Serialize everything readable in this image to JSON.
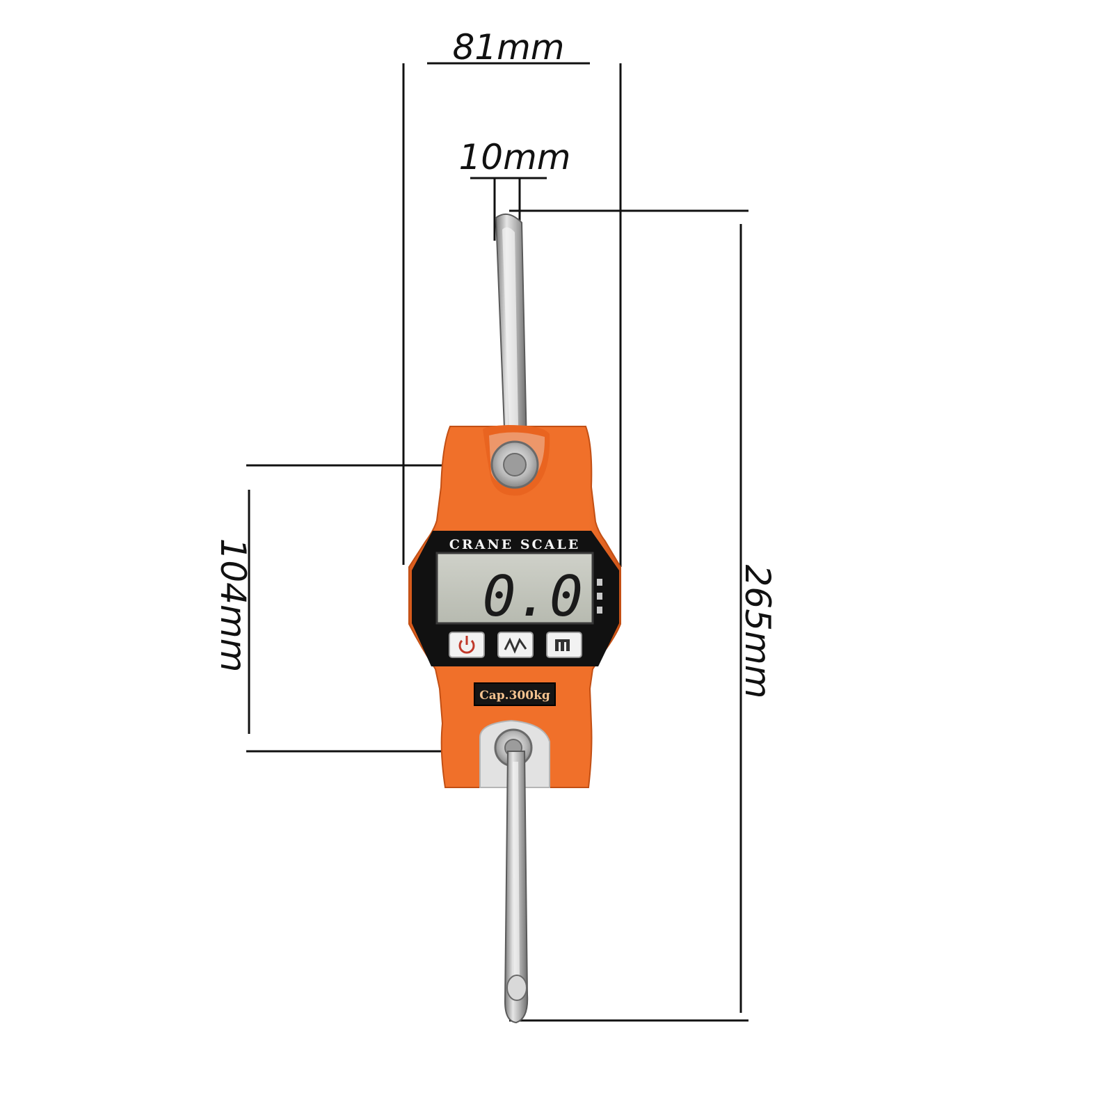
{
  "dimensions": {
    "width_total": "81mm",
    "hook_thickness": "10mm",
    "body_height": "104mm",
    "overall_length": "265mm"
  },
  "scale": {
    "brand_label": "CRANE SCALE",
    "display_reading": "0.0",
    "capacity_label": "Cap.300kg",
    "body_color": "#f0702a",
    "buttons": [
      {
        "name": "power-button",
        "icon": "power-icon"
      },
      {
        "name": "unit-button",
        "icon": "wave-icon"
      },
      {
        "name": "hold-button",
        "icon": "hold-icon"
      }
    ]
  }
}
